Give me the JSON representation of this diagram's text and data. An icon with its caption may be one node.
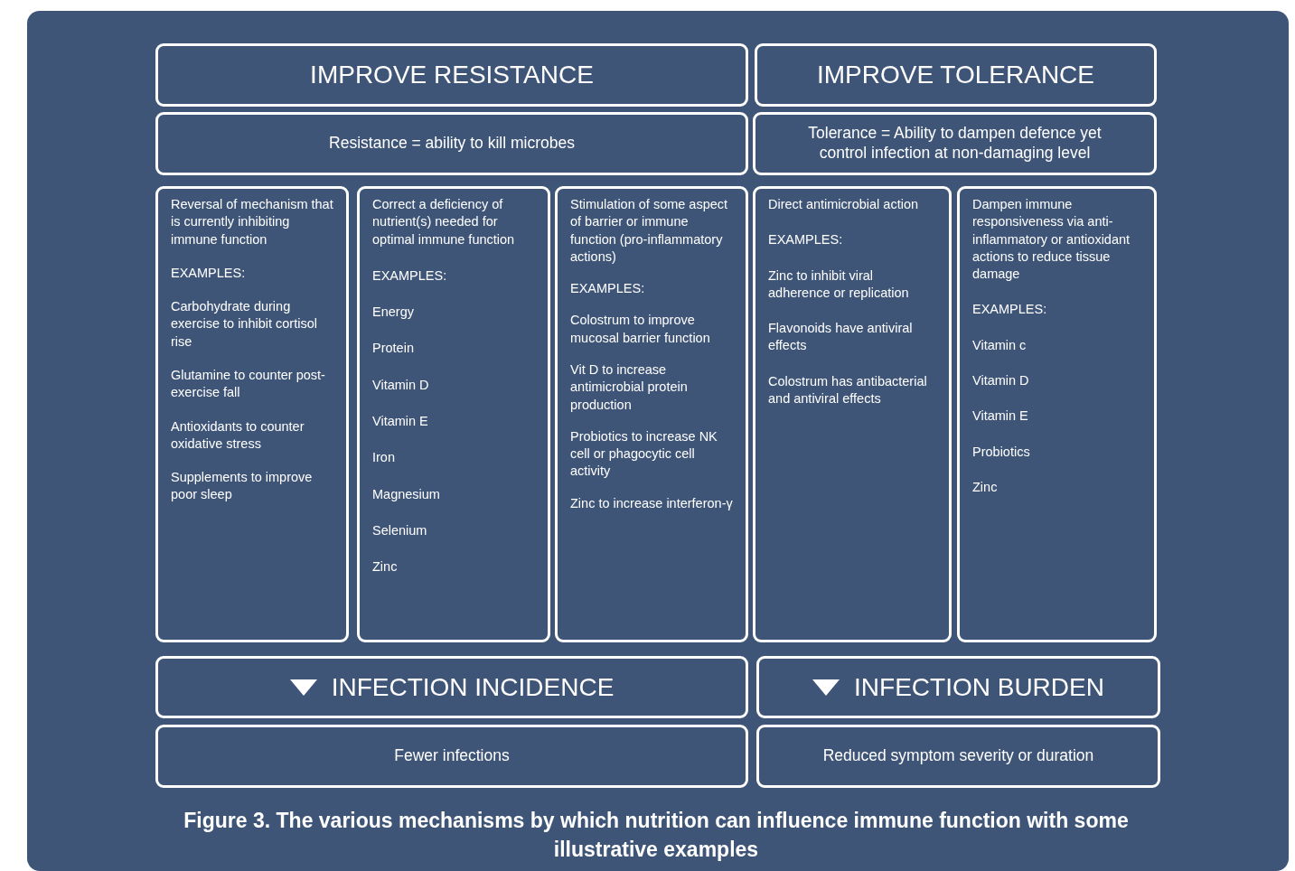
{
  "diagram": {
    "caption": "Figure 3. The various mechanisms by which nutrition can influence immune function with some illustrative examples",
    "nodes": [
      {
        "text": [
          "IMPROVE RESISTANCE"
        ]
      },
      {
        "text": [
          "IMPROVE TOLERANCE"
        ]
      },
      {
        "text": [
          "Resistance = ability to kill microbes"
        ]
      },
      {
        "text": [
          "Tolerance = Ability to dampen defence yet control infection at non-damaging level"
        ]
      },
      {
        "text": [
          "Reversal of mechanism that is currently inhibiting immune function",
          "EXAMPLES:",
          "Carbohydrate during exercise to inhibit cortisol rise",
          "Glutamine to counter post-exercise fall",
          "Antioxidants to counter oxidative stress",
          "Supplements to improve poor sleep"
        ]
      },
      {
        "text": [
          "Correct a deficiency of nutrient(s) needed for optimal immune function",
          "EXAMPLES:",
          "Energy",
          "Protein",
          "Vitamin D",
          "Vitamin E",
          "Iron",
          "Magnesium",
          "Selenium",
          "Zinc"
        ]
      },
      {
        "text": [
          "Stimulation of some aspect of barrier or immune function (pro-inflammatory actions)",
          "EXAMPLES:",
          "Colostrum to improve mucosal barrier function",
          "Vit D to increase antimicrobial protein production",
          "Probiotics to increase NK cell or phagocytic cell activity",
          "Zinc to increase interferon-γ"
        ]
      },
      {
        "text": [
          "Direct antimicrobial action",
          "EXAMPLES:",
          "Zinc to inhibit viral adherence or replication",
          "Flavonoids have antiviral effects",
          "Colostrum has antibacterial and antiviral effects"
        ]
      },
      {
        "text": [
          "Dampen immune responsiveness via anti-inflammatory or antioxidant actions to reduce tissue damage",
          "EXAMPLES:",
          "Vitamin c",
          "Vitamin D",
          "Vitamin E",
          "Probiotics",
          "Zinc"
        ]
      },
      {
        "text": [
          "INFECTION INCIDENCE"
        ]
      },
      {
        "text": [
          "INFECTION BURDEN"
        ]
      },
      {
        "text": [
          "Fewer infections"
        ]
      },
      {
        "text": [
          "Reduced symptom severity or duration"
        ]
      }
    ]
  }
}
